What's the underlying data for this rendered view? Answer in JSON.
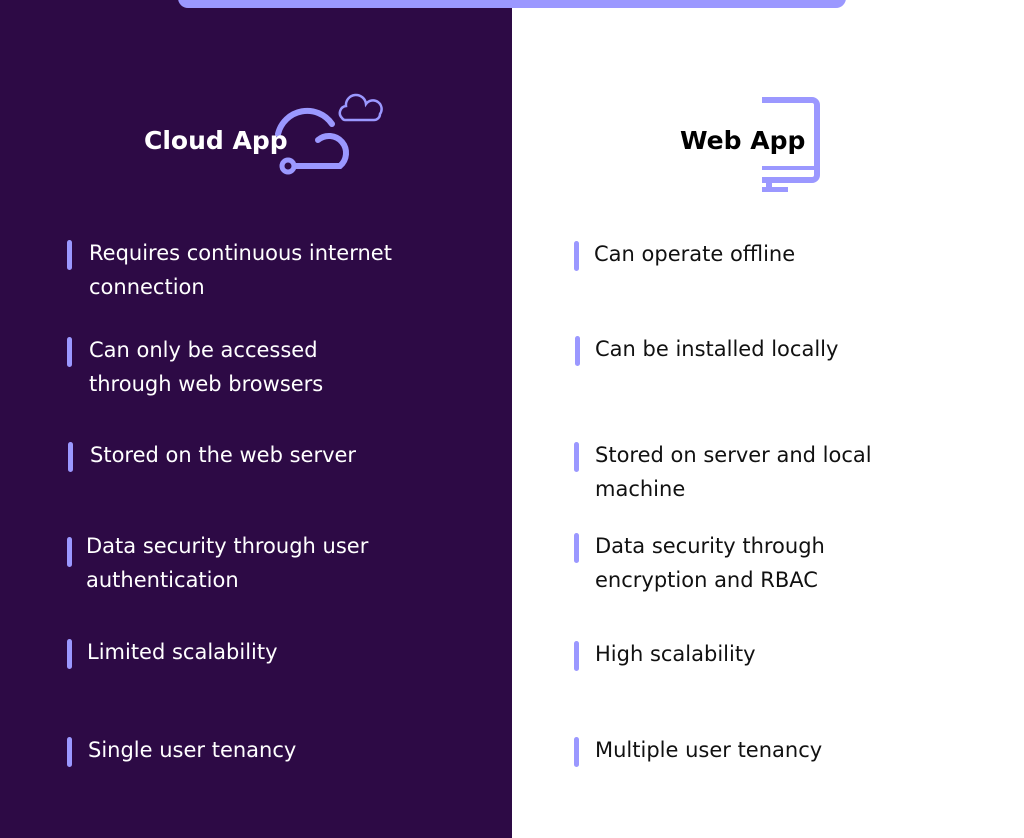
{
  "accent_color": "#9b98ff",
  "left_bg_color": "#2d0a45",
  "cloud": {
    "title": "Cloud App",
    "icon": "cloud-network-icon",
    "items": [
      "Requires continuous internet connection",
      "Can only be accessed through web browsers",
      "Stored on the web server",
      "Data security through user authentication",
      "Limited scalability",
      "Single user tenancy"
    ]
  },
  "web": {
    "title": "Web App",
    "icon": "monitor-icon",
    "items": [
      "Can operate offline",
      "Can be installed locally",
      "Stored on server and local machine",
      "Data security through encryption and RBAC",
      "High scalability",
      "Multiple user tenancy"
    ]
  }
}
